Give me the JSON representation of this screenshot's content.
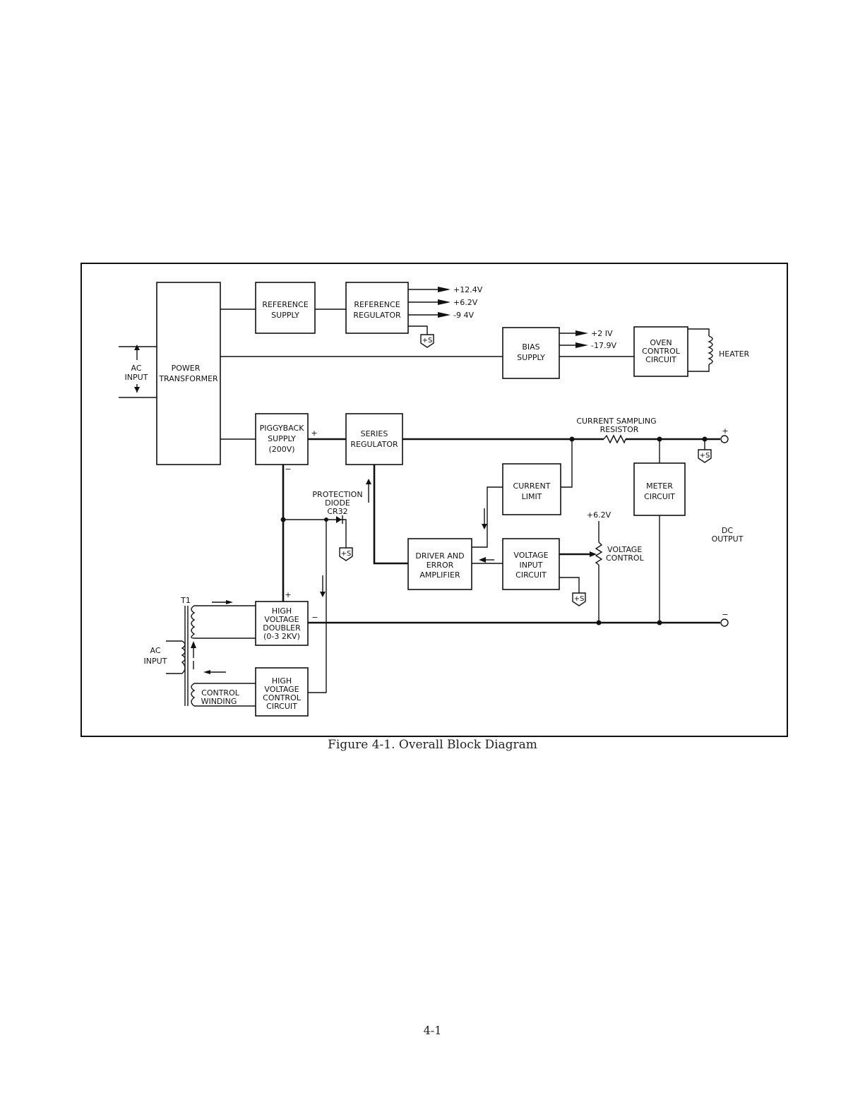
{
  "blocks": {
    "power_transformer": [
      "POWER",
      "TRANSFORMER"
    ],
    "reference_supply": [
      "REFERENCE",
      "SUPPLY"
    ],
    "reference_regulator": [
      "REFERENCE",
      "REGULATOR"
    ],
    "bias_supply": [
      "BIAS",
      "SUPPLY"
    ],
    "oven_control": [
      "OVEN",
      "CONTROL",
      "CIRCUIT"
    ],
    "piggyback_supply": [
      "PIGGYBACK",
      "SUPPLY",
      "(200V)"
    ],
    "series_regulator": [
      "SERIES",
      "REGULATOR"
    ],
    "current_limit": [
      "CURRENT",
      "LIMIT"
    ],
    "meter_circuit": [
      "METER",
      "CIRCUIT"
    ],
    "driver_error_amp": [
      "DRIVER AND",
      "ERROR",
      "AMPLIFIER"
    ],
    "voltage_input": [
      "VOLTAGE",
      "INPUT",
      "CIRCUIT"
    ],
    "hv_doubler": [
      "HIGH",
      "VOLTAGE",
      "DOUBLER",
      "(0-3 2KV)"
    ],
    "hv_control": [
      "HIGH",
      "VOLTAGE",
      "CONTROL",
      "CIRCUIT"
    ]
  },
  "labels": {
    "ac_input_top": [
      "AC",
      "INPUT"
    ],
    "ac_input_bottom": [
      "AC",
      "INPUT"
    ],
    "ref_outputs": [
      "+12.4V",
      "+6.2V",
      "-9 4V"
    ],
    "bias_outputs": [
      "+2 IV",
      "-17.9V"
    ],
    "heater": "HEATER",
    "current_sampling": [
      "CURRENT SAMPLING",
      "RESISTOR"
    ],
    "protection_diode": [
      "PROTECTION",
      "DIODE",
      "CR32"
    ],
    "plus_s": "+S",
    "plus_6_2v": "+6.2V",
    "voltage_control": [
      "VOLTAGE",
      "CONTROL"
    ],
    "dc_output": [
      "DC",
      "OUTPUT"
    ],
    "output_plus": "+",
    "output_minus": "−",
    "piggyback_plus": "+",
    "piggyback_minus": "−",
    "doubler_plus": "+",
    "doubler_minus": "−",
    "t1": "T1",
    "control_winding": [
      "CONTROL",
      "WINDING"
    ]
  },
  "caption": "Figure 4-1.  Overall Block Diagram",
  "page_number": "4-1"
}
